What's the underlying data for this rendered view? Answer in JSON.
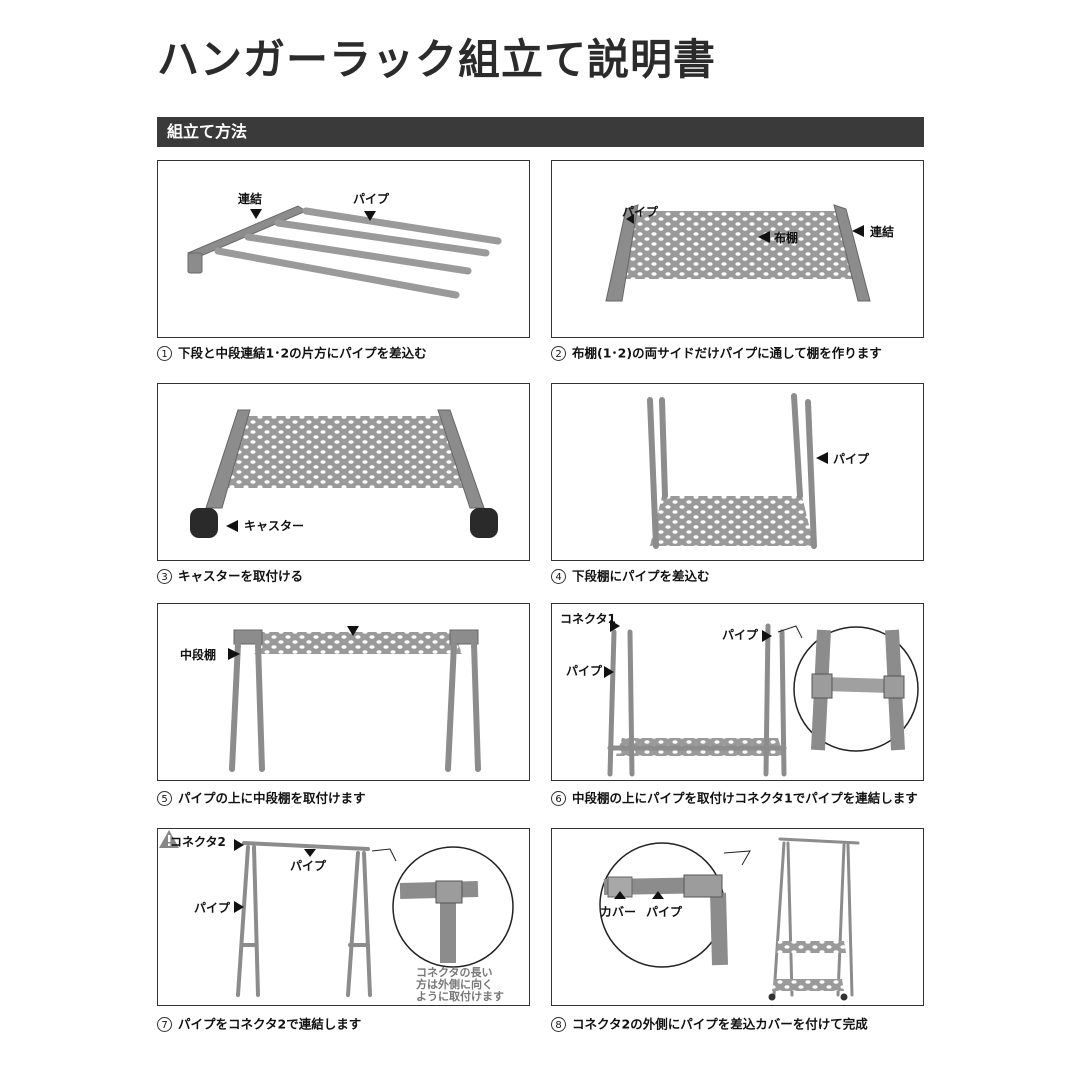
{
  "header": {
    "title": "ハンガーラック組立て説明書",
    "section": "組立て方法"
  },
  "steps": [
    {
      "num": "1",
      "caption": "下段と中段連結1･2の片方にパイプを差込む",
      "labels": [
        "連結",
        "パイプ"
      ]
    },
    {
      "num": "2",
      "caption": "布棚(1･2)の両サイドだけパイプに通して棚を作ります",
      "labels": [
        "パイプ",
        "布棚",
        "連結"
      ]
    },
    {
      "num": "3",
      "caption": "キャスターを取付ける",
      "labels": [
        "キャスター"
      ]
    },
    {
      "num": "4",
      "caption": "下段棚にパイプを差込む",
      "labels": [
        "パイプ"
      ]
    },
    {
      "num": "5",
      "caption": "パイプの上に中段棚を取付けます",
      "labels": [
        "中段棚"
      ]
    },
    {
      "num": "6",
      "caption": "中段棚の上にパイプを取付けコネクタ1でパイプを連結します",
      "labels": [
        "コネクタ1",
        "パイプ",
        "パイプ"
      ]
    },
    {
      "num": "7",
      "caption": "パイプをコネクタ2で連結します",
      "labels": [
        "コネクタ2",
        "パイプ",
        "パイプ"
      ],
      "warning": [
        "コネクタの長い",
        "方は外側に向く",
        "ように取付けます"
      ]
    },
    {
      "num": "8",
      "caption": "コネクタ2の外側にパイプを差込カバーを付けて完成",
      "labels": [
        "カバー",
        "パイプ"
      ]
    }
  ],
  "colors": {
    "pipe": "#8a8a8a",
    "fabric": "#9a9a9a",
    "dots": "#ffffff",
    "bar": "#3a3a3a"
  }
}
